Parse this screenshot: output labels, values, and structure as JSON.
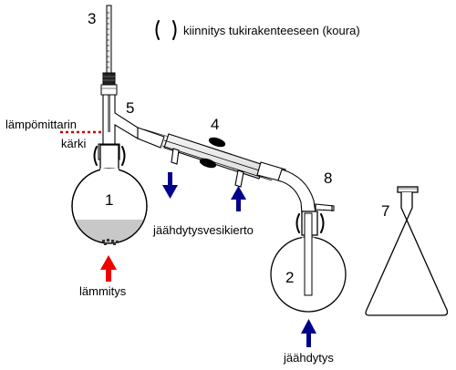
{
  "legend": {
    "clamp_text": "kiinnitys tukirakenteeseen (koura)"
  },
  "numbers": {
    "thermometer": "3",
    "still_head": "5",
    "condenser": "4",
    "adapter": "8",
    "boiling_flask": "1",
    "receiving_flask": "2",
    "erlenmeyer": "7"
  },
  "labels": {
    "thermometer_tip_line1": "lämpömittarin",
    "thermometer_tip_line2": "kärki",
    "cooling_water": "jäähdytysvesikierto",
    "heating": "lämmitys",
    "cooling": "jäähdytys"
  },
  "colors": {
    "heating_arrow": "#ee0000",
    "cooling_arrow": "#00008b",
    "tip_marker": "#cc0000",
    "liquid": "#c8c8c8",
    "glass_line": "#000000"
  }
}
